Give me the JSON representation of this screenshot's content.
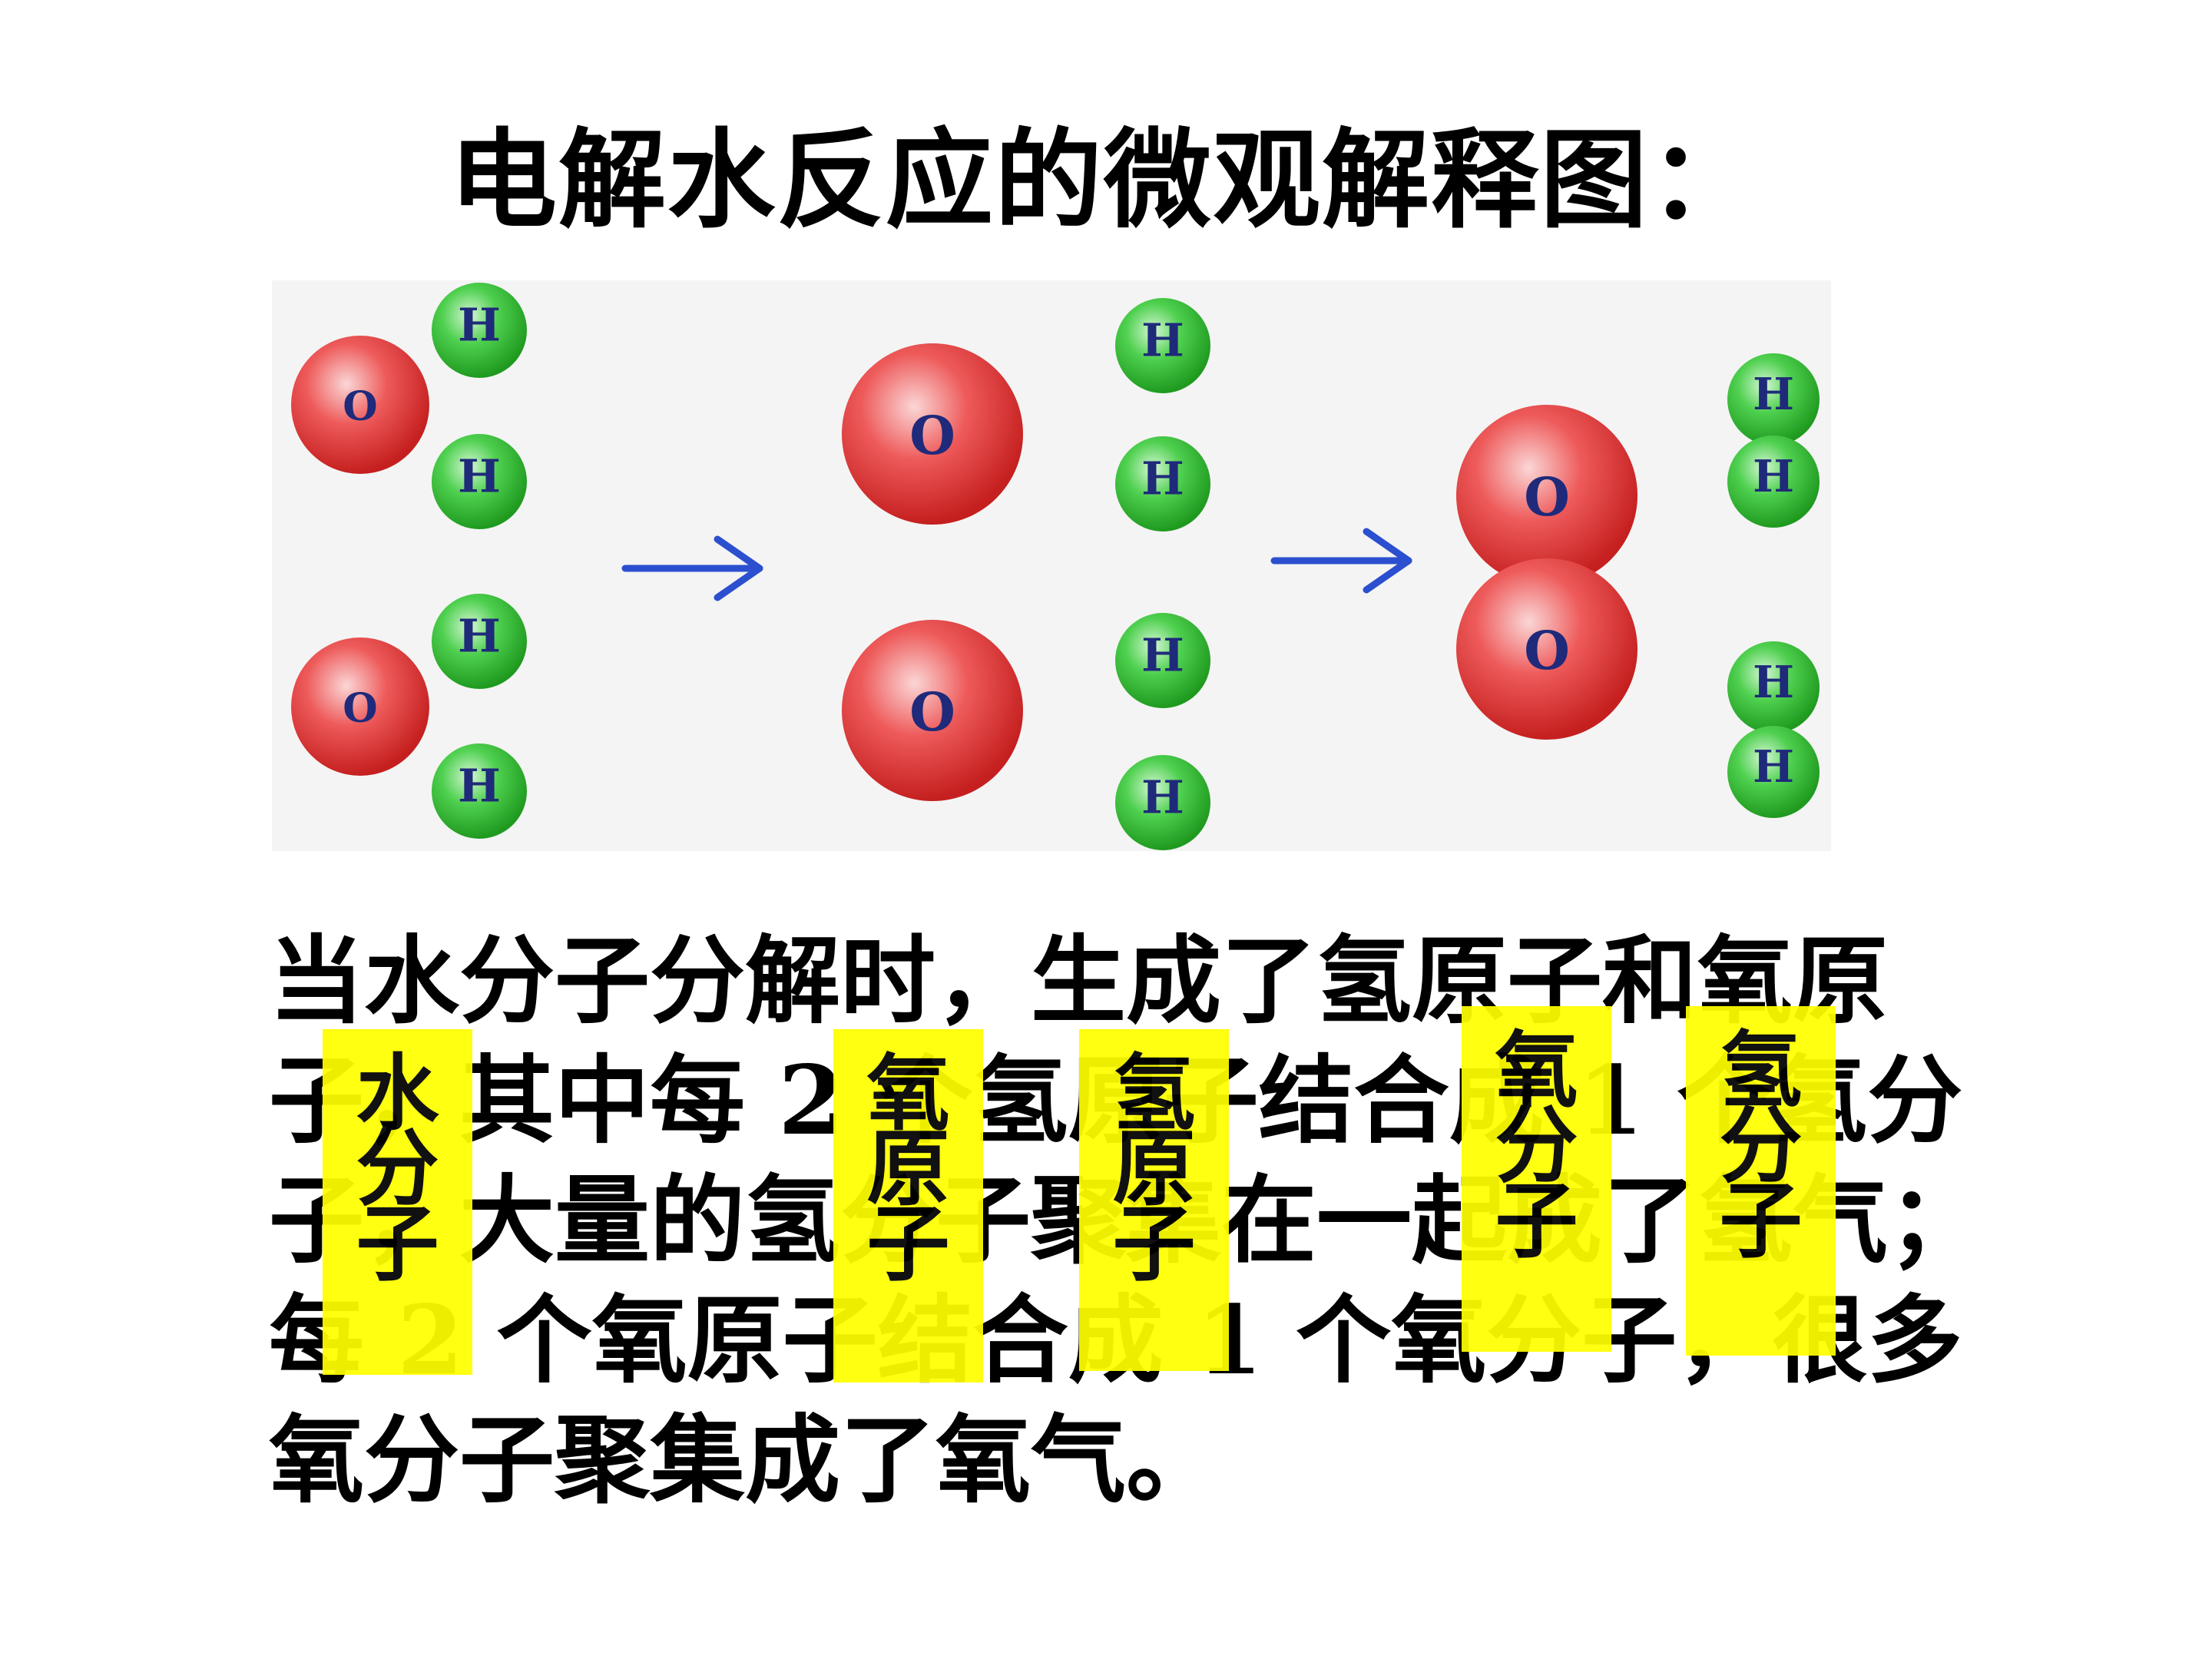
{
  "title": "电解水反应的微观解释图：",
  "diagram": {
    "atom_labels": {
      "oxygen": "O",
      "hydrogen": "H"
    },
    "colors": {
      "background": "#f4f4f4",
      "oxygen": "#e23a3a",
      "hydrogen": "#3fbf3f",
      "label": "#1f2a7a",
      "arrow": "#2b4fcf"
    },
    "arrows": [
      "arrow-icon",
      "arrow-icon"
    ]
  },
  "body": {
    "lines": [
      "当水分子分解时，生成了氢原子和氧原",
      "子，其中每 2 个氢原子结合成 1 个氢分",
      "子，大量的氢分子聚集在一起成了氢气；",
      "每 2 个氧原子结合成 1 个氧分子，很多",
      "氧分子聚集成了氧气。"
    ]
  },
  "highlights": [
    {
      "text": "水分子"
    },
    {
      "text": "氧原子"
    },
    {
      "text": "氢原子"
    },
    {
      "text": "氧分子"
    },
    {
      "text": "氢分子"
    }
  ]
}
